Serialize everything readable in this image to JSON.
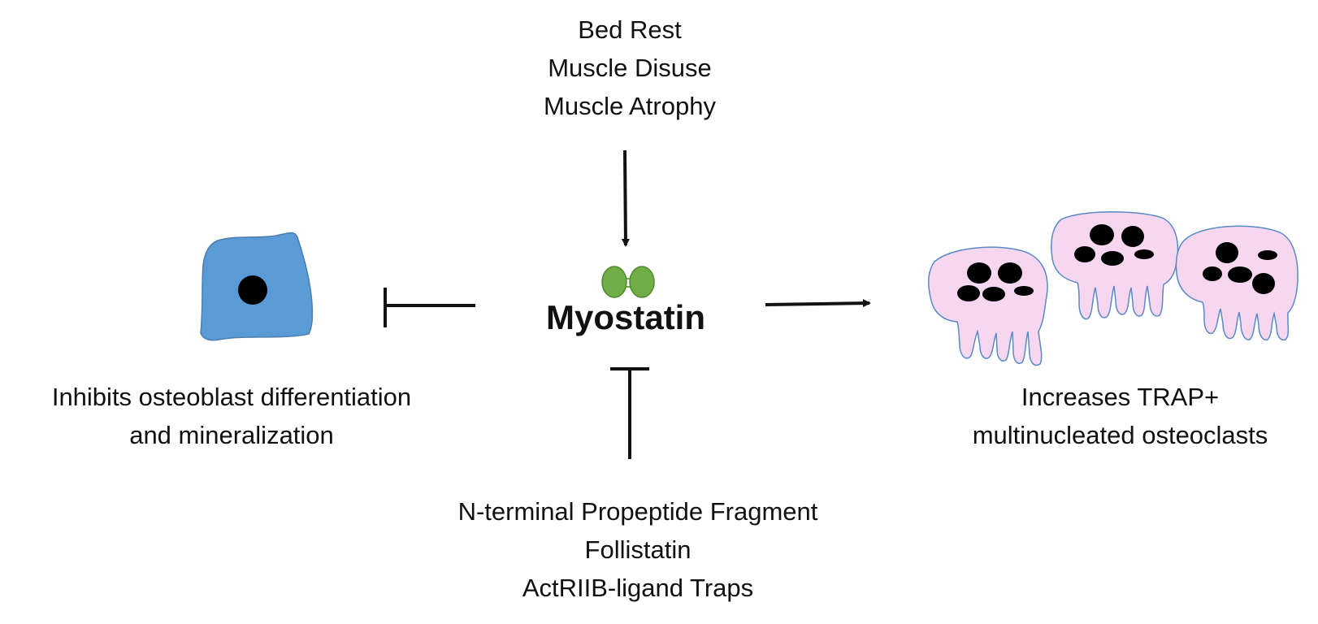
{
  "center": {
    "title": "Myostatin"
  },
  "upstream_causes": {
    "lines": [
      "Bed Rest",
      "Muscle Disuse",
      "Muscle Atrophy"
    ]
  },
  "inhibitors": {
    "lines": [
      "N-terminal Propeptide Fragment",
      "Follistatin",
      "ActRIIB-ligand Traps"
    ]
  },
  "osteoblast_effect": {
    "lines": [
      "Inhibits osteoblast differentiation",
      "and mineralization"
    ]
  },
  "osteoclast_effect": {
    "lines": [
      "Increases TRAP+",
      "multinucleated osteoclasts"
    ]
  },
  "colors": {
    "osteoblast_fill": "#5b9bd5",
    "osteoblast_stroke": "#4a7fb0",
    "osteoclast_fill": "#f7d6ef",
    "osteoclast_stroke": "#5a8ac6",
    "myostatin_dimer": "#70ad47",
    "myostatin_dimer_stroke": "#4e8a2e",
    "nucleus": "#000000",
    "arrow": "#111111"
  },
  "icons": {
    "osteoblast": "osteoblast-cell-icon",
    "osteoclasts": "osteoclast-cell-icon",
    "myostatin": "myostatin-dimer-icon"
  }
}
